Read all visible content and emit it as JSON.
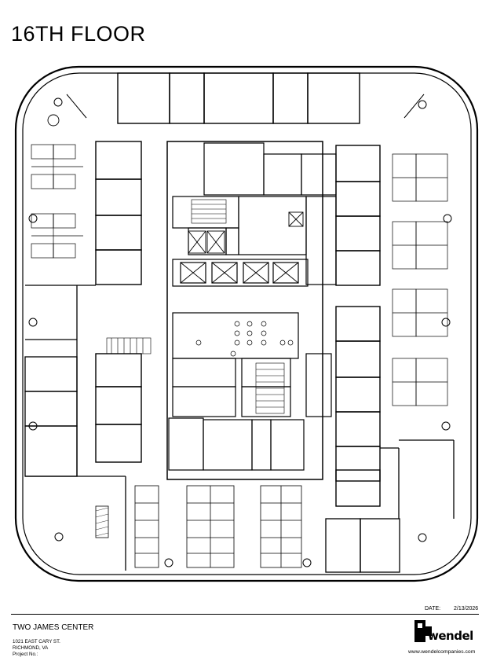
{
  "floor_title": "16TH FLOOR",
  "title_block": {
    "date_label": "DATE:",
    "date_value": "2/13/2026",
    "building_name": "TWO JAMES CENTER",
    "address_line1": "1021 EAST CARY ST.",
    "address_line2": "RICHMOND, VA",
    "project_no_label": "Project No.:",
    "logo_text": "wendel",
    "website": "www.wendelcompanies.com"
  }
}
